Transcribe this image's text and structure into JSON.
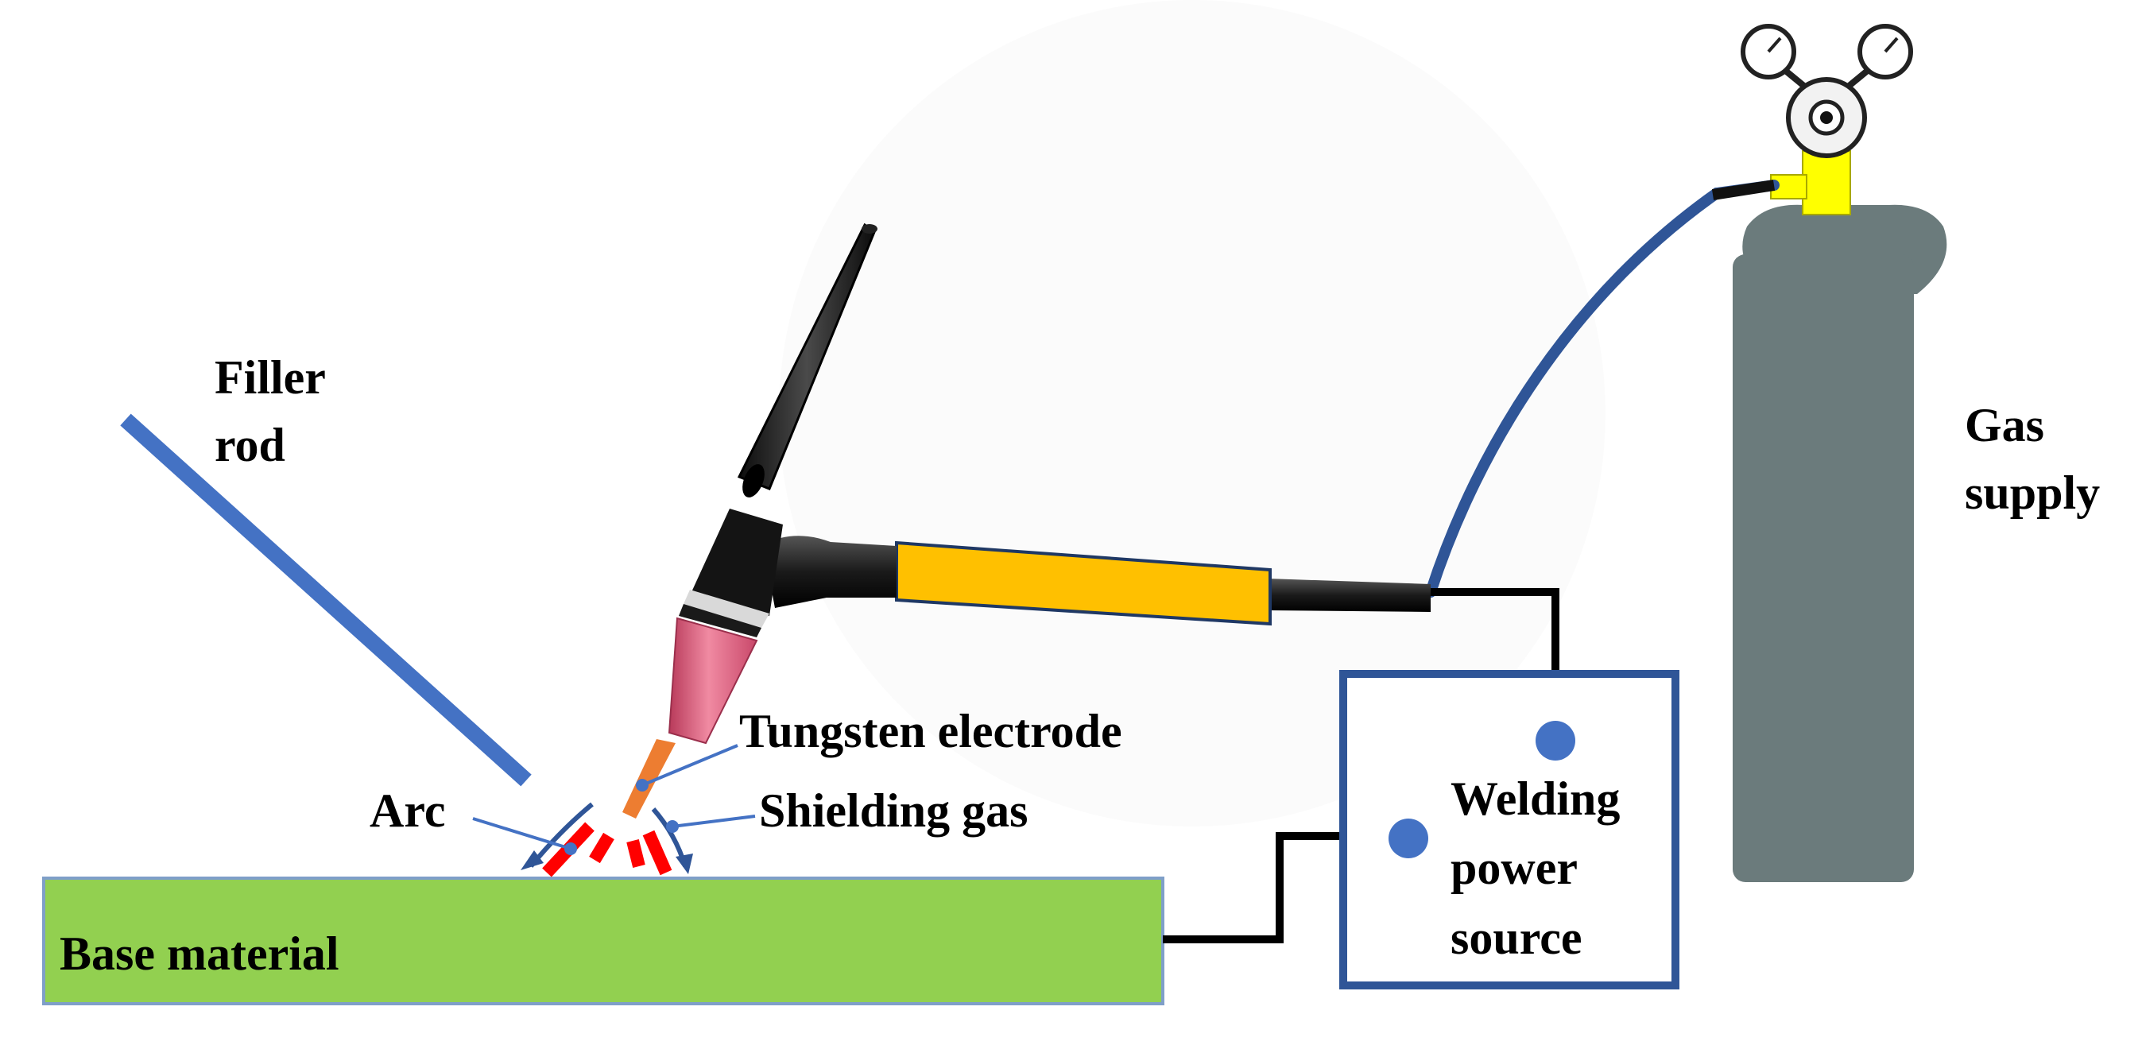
{
  "labels": {
    "filler_rod_line1": "Filler",
    "filler_rod_line2": "rod",
    "tungsten_electrode": "Tungsten electrode",
    "arc": "Arc",
    "shielding_gas": "Shielding gas",
    "base_material": "Base material",
    "welding_power_source_line1": "Welding",
    "welding_power_source_line2": "power",
    "welding_power_source_line3": "source",
    "gas_supply_line1": "Gas",
    "gas_supply_line2": "supply"
  },
  "colors": {
    "filler_rod": "#4472c4",
    "gas_hose": "#2f5597",
    "base_material": "#92d050",
    "base_material_border": "#7f9fc8",
    "handle": "#ffc000",
    "power_box_border": "#2f5597",
    "terminal": "#4472c4",
    "cylinder": "#6b7b7c",
    "regulator_fitting": "#ffff00",
    "arc": "#ff0000",
    "ceramic_cup": "#e0607e",
    "electrode": "#ed7d31",
    "torch_body": "#1c1c1c",
    "cable": "#000000",
    "leader_line": "#4472c4"
  }
}
